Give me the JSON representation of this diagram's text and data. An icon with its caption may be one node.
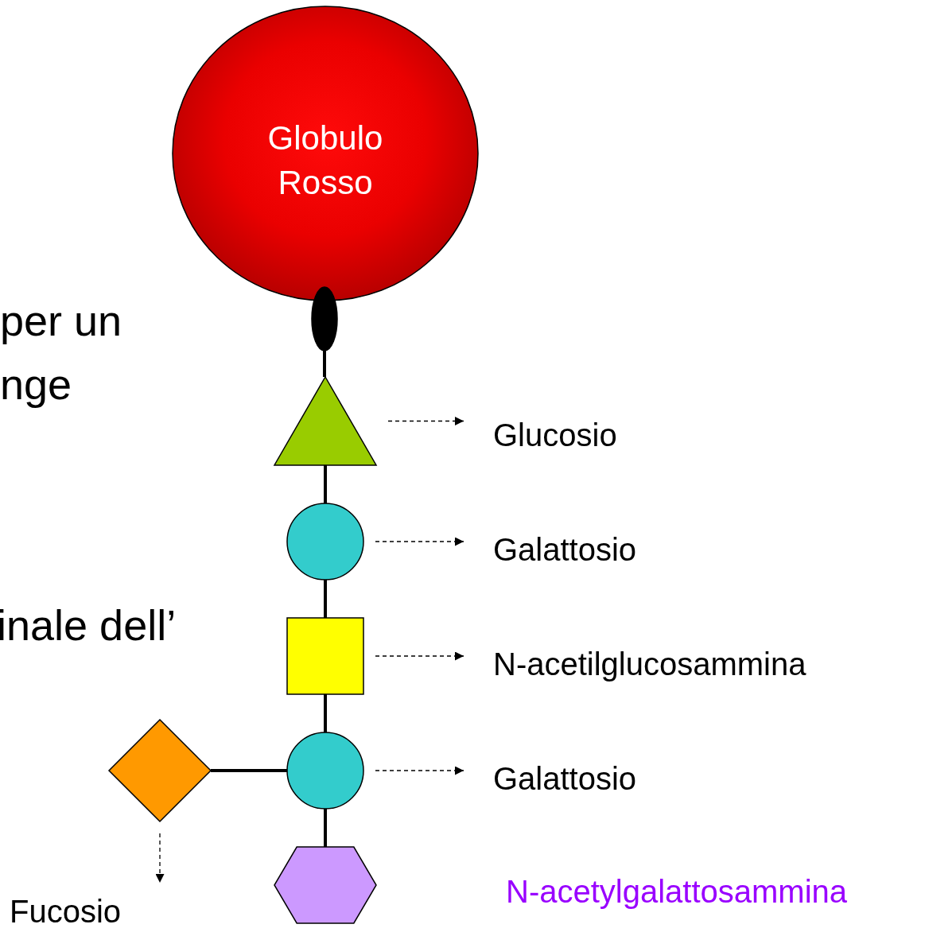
{
  "diagram": {
    "nodes": [
      {
        "text": [
          "Globulo Rosso"
        ]
      },
      {
        "text": [],
        "shape": "oval"
      },
      {
        "text": [],
        "shape": "triangle"
      },
      {
        "text": [
          "Glucosio"
        ]
      },
      {
        "text": [],
        "shape": "circle"
      },
      {
        "text": [
          "Galattosio"
        ]
      },
      {
        "text": [],
        "shape": "box"
      },
      {
        "text": [
          "N-acetilglucosammina"
        ]
      },
      {
        "text": [],
        "shape": "circle"
      },
      {
        "text": [
          "Galattosio"
        ]
      },
      {
        "text": [],
        "shape": "diamond"
      },
      {
        "text": [
          "Fucosio"
        ]
      },
      {
        "text": [],
        "shape": "hexagon"
      }
    ],
    "edges": [
      {
        "from": 1,
        "to": 2,
        "arrow": "none"
      },
      {
        "from": 2,
        "to": 4,
        "arrow": "none"
      },
      {
        "from": 4,
        "to": 6,
        "arrow": "none"
      },
      {
        "from": 6,
        "to": 8,
        "arrow": "none"
      },
      {
        "from": 10,
        "to": 8,
        "arrow": "none"
      },
      {
        "from": 8,
        "to": 12,
        "arrow": "none"
      },
      {
        "from": 2,
        "to": 3,
        "arrow": "to",
        "style": "dashed"
      },
      {
        "from": 4,
        "to": 5,
        "arrow": "to",
        "style": "dashed"
      },
      {
        "from": 6,
        "to": 7,
        "arrow": "to",
        "style": "dashed"
      },
      {
        "from": 8,
        "to": 9,
        "arrow": "to",
        "style": "dashed"
      },
      {
        "from": 10,
        "to": 11,
        "arrow": "to",
        "style": "dashed"
      }
    ],
    "labels": [
      "per un",
      "nge",
      "inale dell’",
      "N-acetylgalattosammina"
    ]
  }
}
